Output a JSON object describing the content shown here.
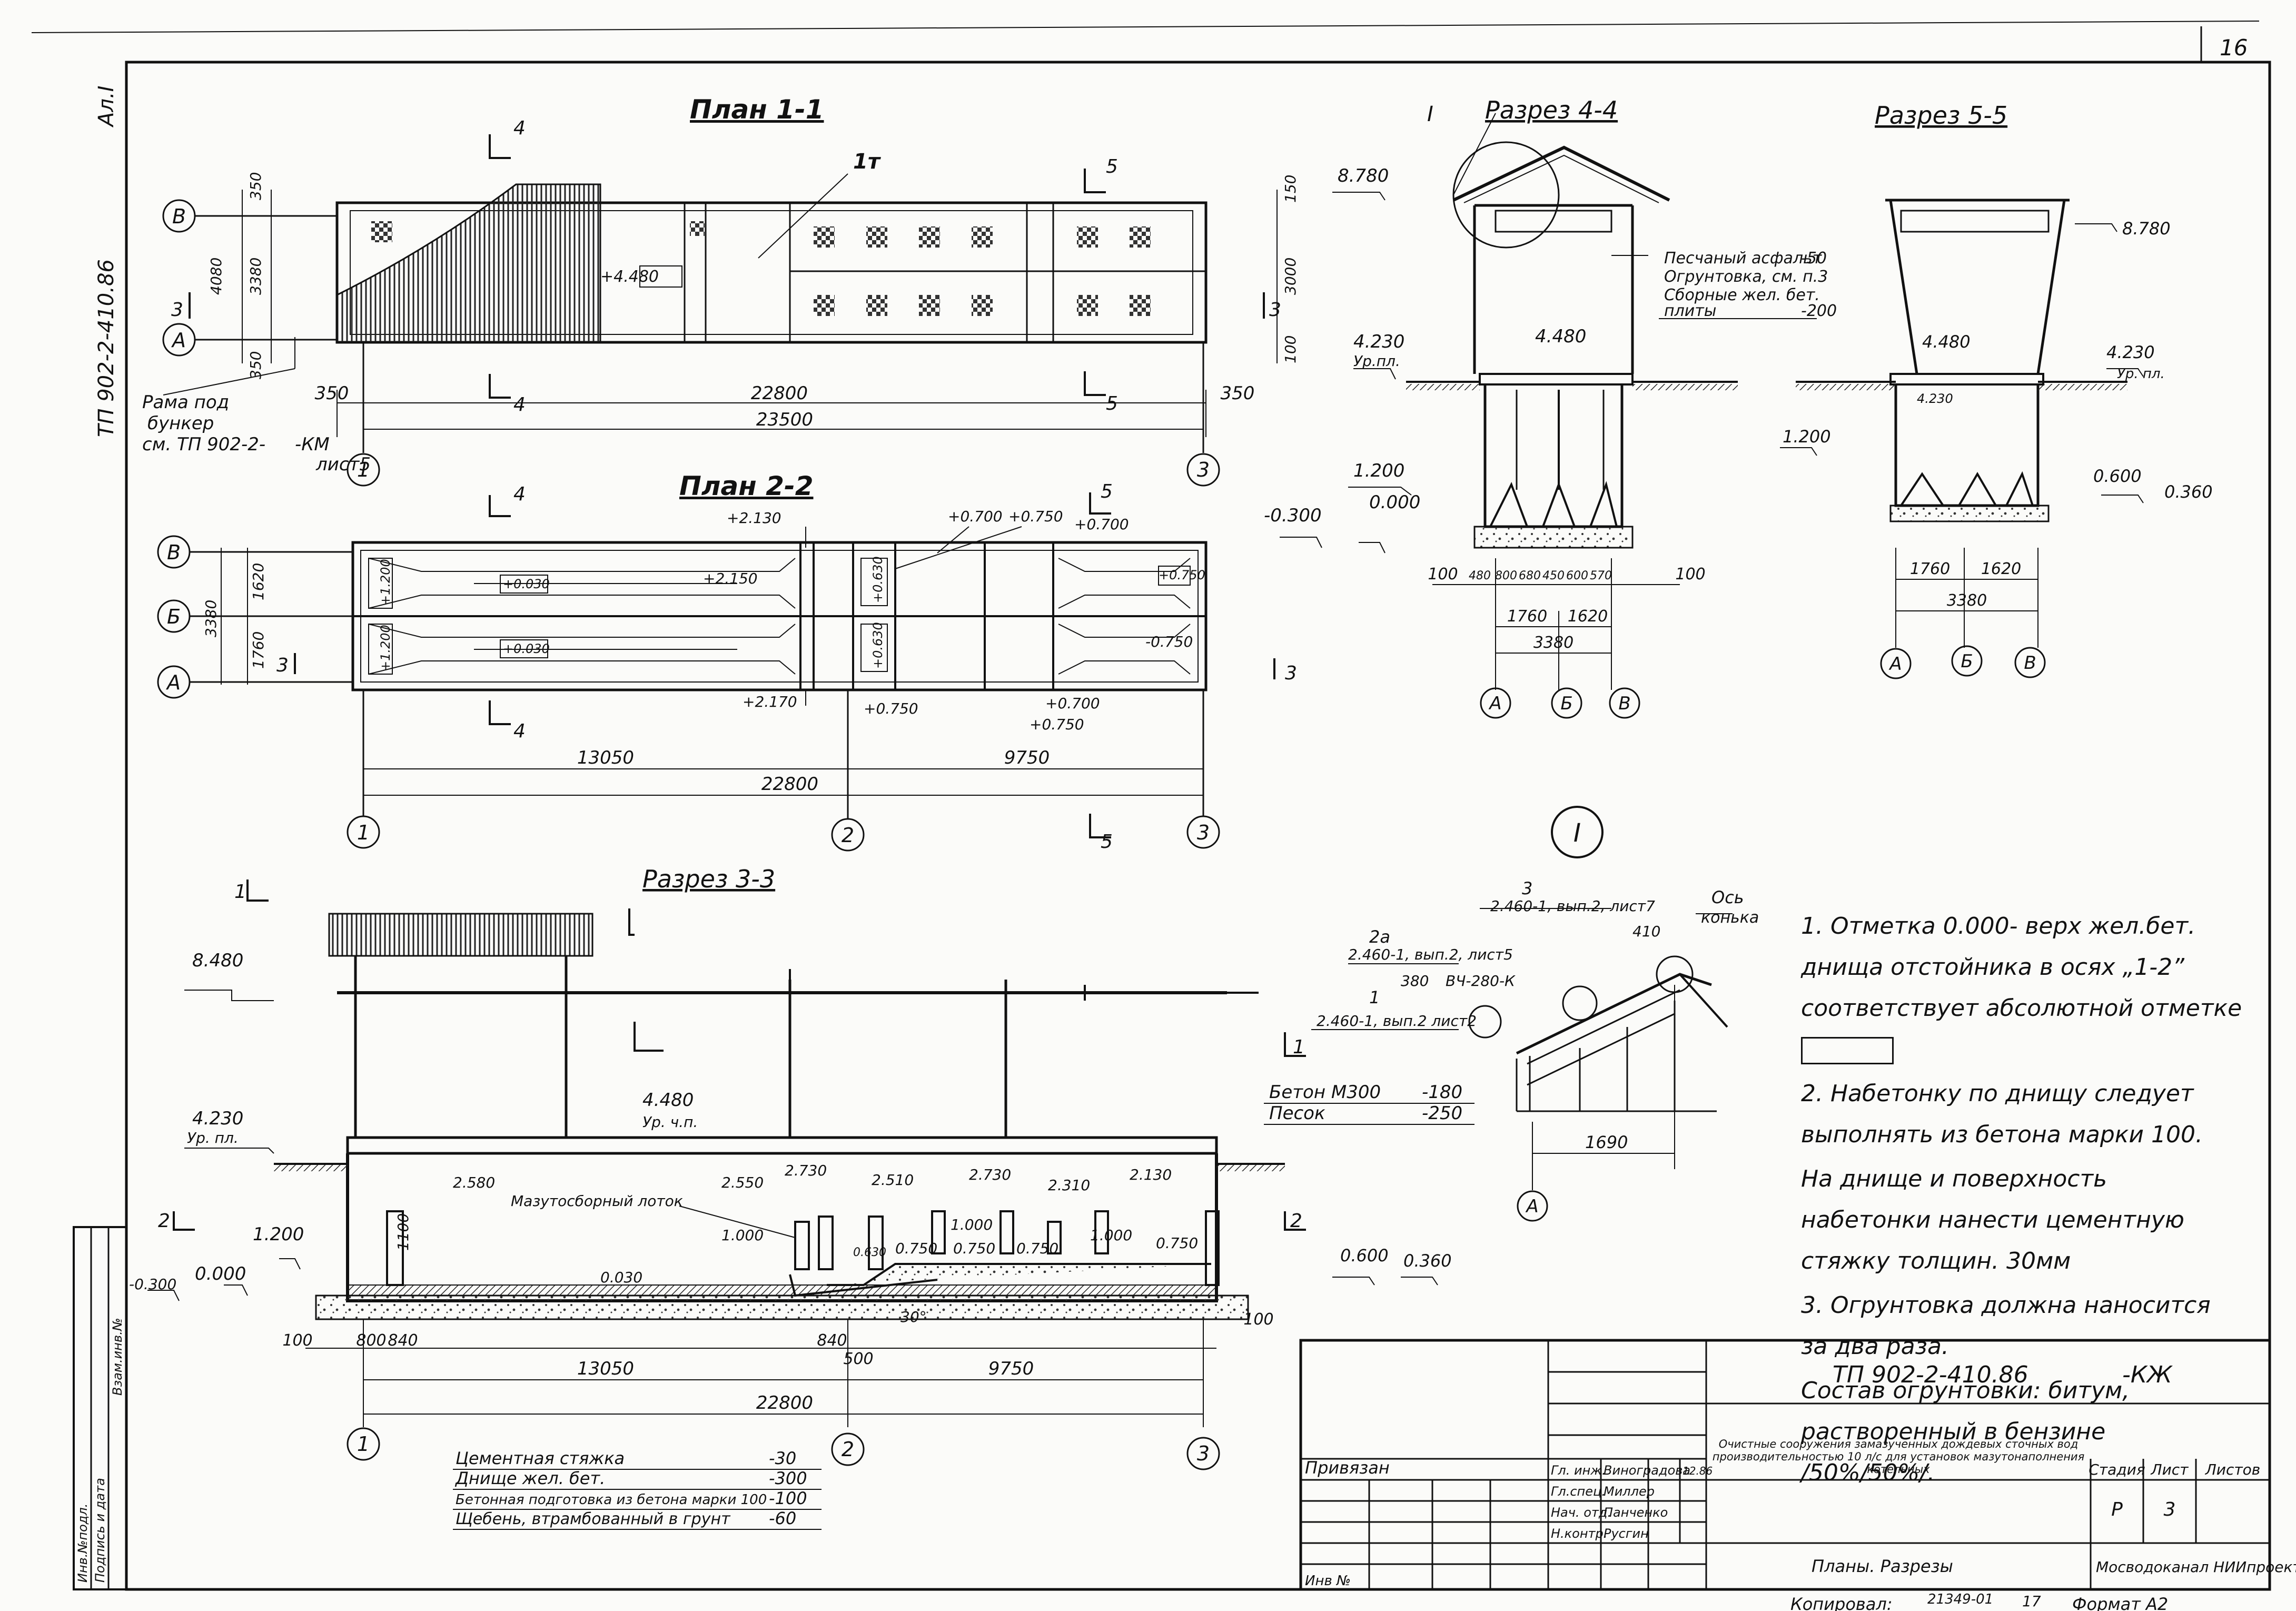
{
  "sheet": {
    "number": "16",
    "album": "Ал.I",
    "series_vertical": "ТП 902-2-410.86",
    "code": "ТП 902-2-410.86",
    "mark": "-КЖ",
    "copied": "Копировал:",
    "order": "21349-01",
    "page": "17",
    "format": "Формат А2"
  },
  "views": {
    "plan1": "План 1-1",
    "plan2": "План 2-2",
    "sec33": "Разрез 3-3",
    "sec44": "Разрез 4-4",
    "sec55": "Разрез 5-5",
    "node": "I"
  },
  "plan1": {
    "axes_row": [
      "В",
      "А"
    ],
    "axes_col": [
      "1",
      "3"
    ],
    "dim_total": "23500",
    "dim_mid": "22800",
    "dim_left": "350",
    "dim_right": "350",
    "v_4080": "4080",
    "v_3380": "3380",
    "v_350a": "350",
    "v_350b": "350",
    "r_150": "150",
    "r_3000": "3000",
    "r_100": "100",
    "level": "+4.480",
    "tag": "1т",
    "cut3": "3",
    "cut4": "4",
    "cut5": "5",
    "frame_note": [
      "Рама под",
      "бункер",
      "см. ТП 902-2-",
      "-КМ",
      "лист5"
    ]
  },
  "plan2": {
    "axes_row": [
      "В",
      "Б",
      "А"
    ],
    "axes_col": [
      "1",
      "2",
      "3"
    ],
    "dim_13050": "13050",
    "dim_9750": "9750",
    "dim_22800": "22800",
    "v_3380": "3380",
    "v_1620": "1620",
    "v_1760": "1760",
    "lv_2130": "+2.130",
    "lv_2150": "+2.150",
    "lv_2170": "+2.170",
    "lv_0700a": "+0.700",
    "lv_0750a": "+0.750",
    "lv_0700b": "+0.700",
    "lv_0750b": "+0.750",
    "lv_0700c": "+0.700",
    "lv_0750c": "+0.750",
    "lv_0750d": "-0.750",
    "box_1200a": "+1.200",
    "box_1200b": "+1.200",
    "box_0030a": "+0.030",
    "box_0030b": "+0.030",
    "box_0630a": "+0.630",
    "box_0630b": "+0.630",
    "box_0750": "+0.750"
  },
  "sec33": {
    "lv_8480": "8.480",
    "lv_4230": "4.230",
    "lv_4230s": "Ур. пл.",
    "lv_4480": "4.480",
    "lv_4480s": "Ур. ч.п.",
    "lv_1200": "1.200",
    "lv_0000": "0.000",
    "lv_m0300": "-0.300",
    "lv_2580": "2.580",
    "lv_2550": "2.550",
    "lv_2730a": "2.730",
    "lv_2510": "2.510",
    "lv_2730b": "2.730",
    "lv_2310": "2.310",
    "lv_2130": "2.130",
    "lv_1000a": "1.000",
    "lv_1000b": "1.000",
    "lv_1000c": "1.000",
    "lv_0750a": "0.750",
    "lv_0750b": "0.750",
    "lv_0750c": "0.750",
    "lv_0750d": "0.750",
    "lv_0630": "0.630",
    "lv_0030": "0.030",
    "lv_1100": "1100",
    "angle": "30°",
    "tray": "Мазутосборный лоток",
    "dim_100a": "100",
    "dim_800": "800",
    "dim_840a": "840",
    "dim_840b": "840",
    "dim_500": "500",
    "dim_100b": "100",
    "dim_13050": "13050",
    "dim_9750": "9750",
    "dim_22800": "22800",
    "axes": [
      "1",
      "2",
      "3"
    ],
    "cut1": "1",
    "cut2": "2"
  },
  "layers_roof": [
    {
      "name": "Бетон М300",
      "value": "-180"
    },
    {
      "name": "Песок",
      "value": "-250"
    }
  ],
  "layers_floor": [
    {
      "name": "Цементная стяжка",
      "value": "-30"
    },
    {
      "name": "Днище жел. бет.",
      "value": "-300"
    },
    {
      "name": "Бетонная подготовка из бетона марки 100",
      "value": "-100"
    },
    {
      "name": "Щебень, втрамбованный в грунт",
      "value": "-60"
    }
  ],
  "sec44": {
    "lv_8780": "8.780",
    "lv_4230": "4.230",
    "lv_4230s": "Ур.пл.",
    "lv_4480": "4.480",
    "lv_1200": "1.200",
    "lv_0000": "0.000",
    "lv_m0300": "-0.300",
    "layers": [
      {
        "name": "Песчаный асфальт",
        "value": "-50"
      },
      {
        "name": "Огрунтовка, см. п.3",
        "value": ""
      },
      {
        "name": "Сборные жел. бет.",
        "value": ""
      },
      {
        "name": "плиты",
        "value": "-200"
      }
    ],
    "dims_small": [
      "100",
      "480",
      "800",
      "680",
      "450",
      "600",
      "570",
      "100"
    ],
    "dim_1760": "1760",
    "dim_1620": "1620",
    "dim_3380": "3380",
    "axes": [
      "А",
      "Б",
      "В"
    ],
    "node_ref": "I"
  },
  "sec55": {
    "lv_8780": "8.780",
    "lv_4230": "4.230",
    "lv_4230s": "Ур. пл.",
    "lv_4480": "4.480",
    "lv_4230b": "4.230",
    "lv_1200": "1.200",
    "lv_0600": "0.600",
    "lv_0360": "0.360",
    "dim_1760": "1760",
    "dim_1620": "1620",
    "dim_3380": "3380",
    "axes": [
      "А",
      "Б",
      "В"
    ]
  },
  "node": {
    "t3": "3",
    "t3ref": "2.460-1, вып.2, лист7",
    "t2a": "2а",
    "t2aref": "2.460-1, вып.2, лист5",
    "t1": "1",
    "t1ref": "2.460-1, вып.2 лист2",
    "t380": "380",
    "t_vu": "ВЧ-280-К",
    "t410": "410",
    "axis": "Ось",
    "ridge": "конька",
    "dim_1690": "1690",
    "axis_a": "А",
    "lv_0600": "0.600",
    "lv_0360": "0.360"
  },
  "notes": [
    "1. Отметка 0.000- верх жел.бет. днища отстойника в осях „1-2” соответствует абсолютной отметке",
    "2. Набетонку по днищу следует выполнять из бетона марки 100.",
    "На днище и поверхность набетонки нанести цементную стяжку толщин. 30мм",
    "3. Огрунтовка должна наносится за два раза.",
    "Состав огрунтовки: битум, растворенный в бензине /50%/50%/."
  ],
  "stamp": {
    "privyazan": "Привязан",
    "inv": "Инв №",
    "roles": [
      "Гл. инж.",
      "Гл.спец.",
      "Нач. отд.",
      "Н.контр."
    ],
    "names": [
      "Виноградова",
      "Миллер",
      "Панченко",
      "Русгин"
    ],
    "date": "12.86",
    "title": "Очистные сооружения замазученных дождевых сточных вод производительностью 10 л/с для установок мазутонаполнения котельных",
    "stage_h": "Стадия",
    "sheet_h": "Лист",
    "sheets_h": "Листов",
    "stage": "Р",
    "sheet_no": "3",
    "sheet_name": "Планы. Разрезы",
    "org": "Мосводоканал НИИпроект"
  },
  "margin_stamps": [
    "Инв.№подл.",
    "Подпись и дата",
    "Взам.инв.№"
  ]
}
